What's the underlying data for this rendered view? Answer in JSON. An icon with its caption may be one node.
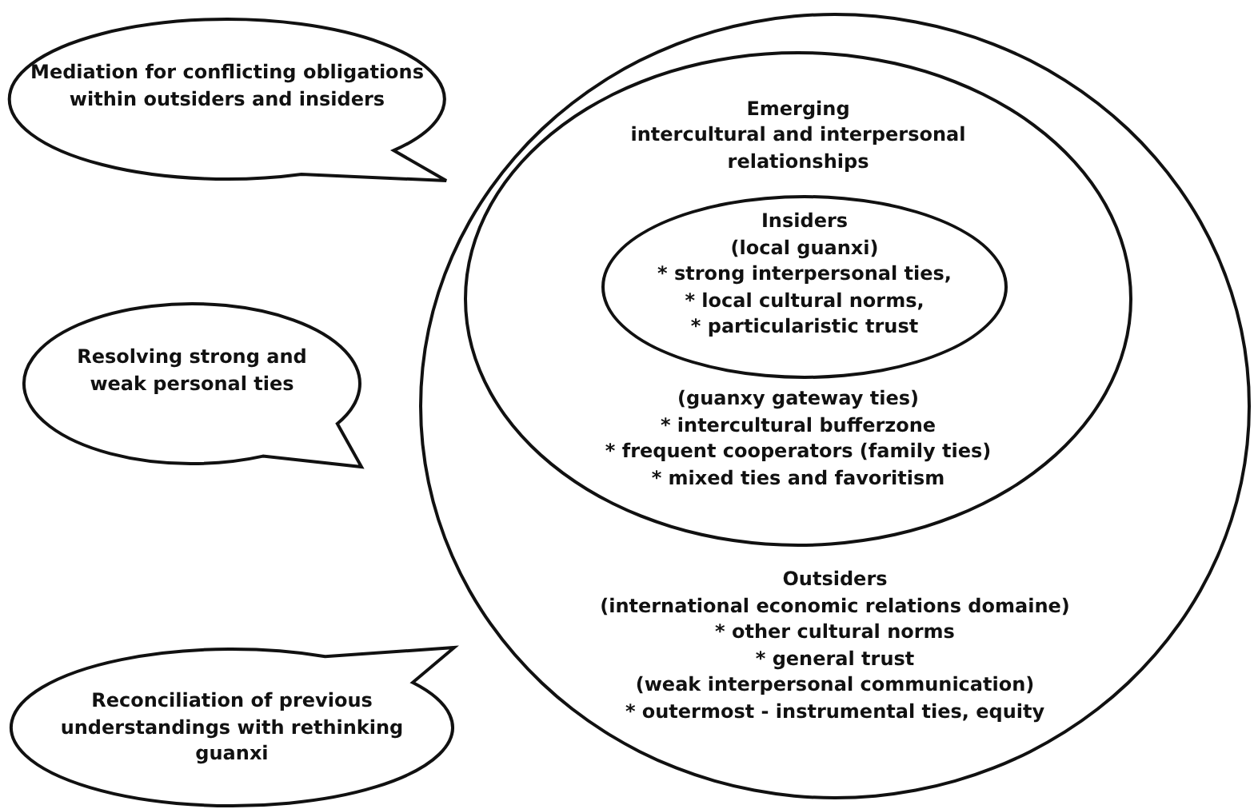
{
  "diagram": {
    "nodes": [
      {
        "text": [
          "Outsiders",
          "(international economic relations domaine)",
          "* other cultural norms",
          "* general trust",
          "(weak interpersonal communication)",
          "* outermost - instrumental ties, equity"
        ]
      },
      {
        "text": [
          "Emerging",
          "intercultural and interpersonal relationships",
          "(guanxy gateway ties)",
          "* intercultural bufferzone",
          "* frequent cooperators (family ties)",
          "* mixed ties and favoritism"
        ],
        "in": 0
      },
      {
        "text": [
          "Insiders",
          "(local guanxi)",
          "* strong interpersonal ties,",
          "* local cultural norms,",
          "* particularistic trust"
        ],
        "in": 1
      },
      {
        "text": [
          "Mediation for conflicting obligations within outsiders and insiders"
        ]
      },
      {
        "text": [
          "Resolving strong and weak personal ties"
        ]
      },
      {
        "text": [
          "Reconciliation of previous understandings with rethinking guanxi"
        ]
      }
    ]
  }
}
